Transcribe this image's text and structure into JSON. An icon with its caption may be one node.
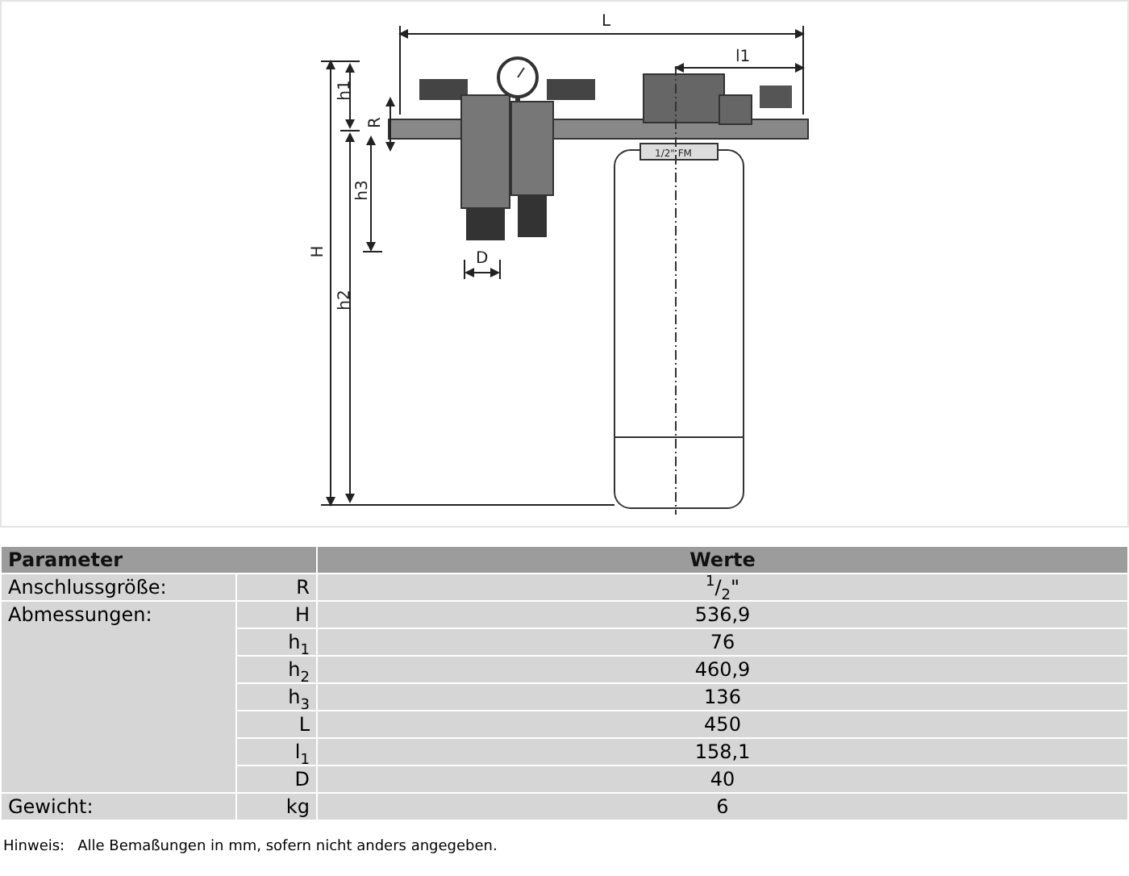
{
  "diagram": {
    "labels": [
      "L",
      "l1",
      "h1",
      "R",
      "h3",
      "H",
      "h2",
      "D",
      "1/2\" FM",
      "Parameter",
      "Werte",
      "Anschlussgröße:",
      "R",
      "$^{1}$/$_{2}$\"",
      "Abmessungen:",
      "H",
      "536,9",
      "h$_{1}$",
      "76",
      "h$_{2}$",
      "460,9",
      "h$_{3}$",
      "136",
      "L",
      "450",
      "l$_{1}$",
      "158,1",
      "D",
      "40",
      "Gewicht:",
      "kg",
      "6",
      "Hinweis:",
      "Alle Bemaßungen in mm, sofern nicht anders angegeben."
    ]
  }
}
